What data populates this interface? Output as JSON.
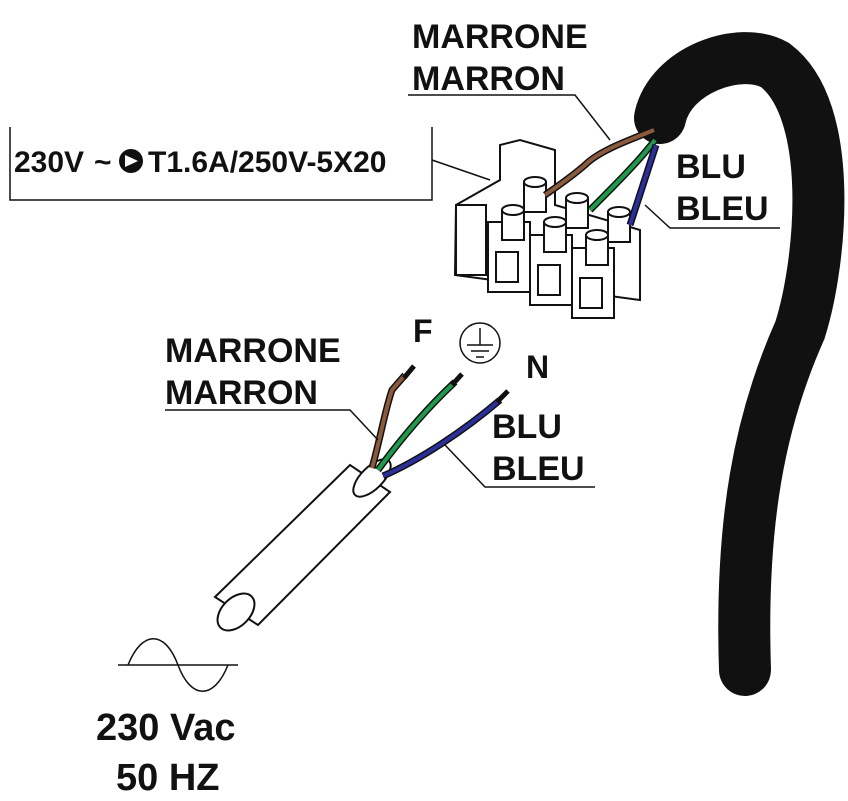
{
  "labels": {
    "top_brown_it": "MARRONE",
    "top_brown_fr": "MARRON",
    "top_blue_it": "BLU",
    "top_blue_fr": "BLEU",
    "fuse_prefix": "230V",
    "fuse_tilde": "~",
    "fuse_spec": "T1.6A/250V-5X20",
    "phase": "F",
    "neutral": "N",
    "mid_brown_it": "MARRONE",
    "mid_brown_fr": "MARRON",
    "mid_blue_it": "BLU",
    "mid_blue_fr": "BLEU",
    "supply_voltage": "230 Vac",
    "supply_freq": "50 HZ"
  },
  "icons": [
    "ground-icon",
    "fuse-icon",
    "sine-wave-icon"
  ],
  "colors": {
    "brown": "#8b5a3c",
    "green": "#1f9a4c",
    "blue": "#2b2f9c",
    "ink": "#111111",
    "cable": "#111111"
  }
}
